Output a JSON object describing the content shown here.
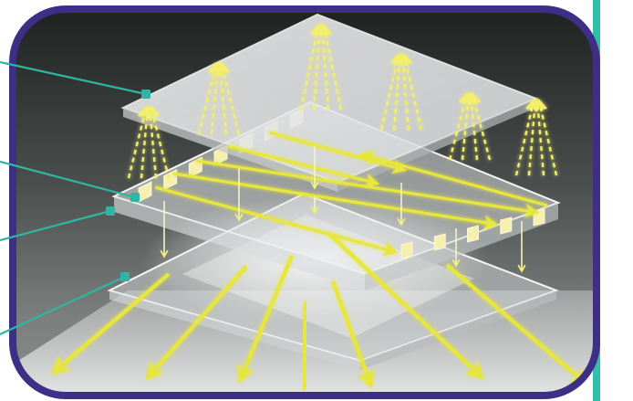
{
  "title": "",
  "colors": {
    "frame": "#3d2f86",
    "leader": "#2fb6a3",
    "accent_strip": "#2fbfab",
    "arrow": "#e6e63c",
    "dashed_arrow": "#f3ef6a",
    "led": "#f6f0b0",
    "background_dark": "#1f2322",
    "background_light": "#7a7d7b",
    "panel": "#e9ebec"
  },
  "layers": [
    {
      "name": "top-reflector-panel"
    },
    {
      "name": "edge-lit-light-guide-plate"
    },
    {
      "name": "diffuser-plate"
    }
  ],
  "callouts": [
    {
      "name": "callout-reflector"
    },
    {
      "name": "callout-light-guide"
    },
    {
      "name": "callout-led-strip"
    },
    {
      "name": "callout-diffuser"
    }
  ],
  "icons": {
    "arrow_solid": "solid-light-arrow-icon",
    "arrow_dashed": "reflected-light-arrow-icon",
    "led": "led-chip-icon",
    "leader_marker": "callout-marker-icon"
  }
}
